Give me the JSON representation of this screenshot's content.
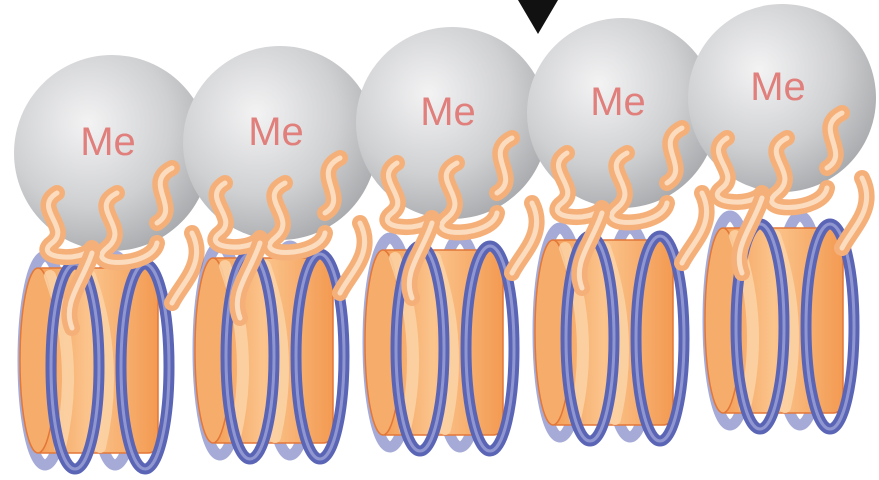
{
  "diagram": {
    "units": [
      {
        "label": "Me"
      },
      {
        "label": "Me"
      },
      {
        "label": "Me"
      },
      {
        "label": "Me"
      },
      {
        "label": "Me"
      }
    ]
  },
  "colors": {
    "background": "#ffffff",
    "cylinder_body": "#f6a45f",
    "cylinder_light": "#fcd3a7",
    "cylinder_edge": "#e37738",
    "dna_wrap": "#5b65b6",
    "dna_wrap_light": "#a6acdc",
    "bead": "#c9cacc",
    "bead_light": "#eeeeef",
    "tail": "#f5b07a",
    "tail_light": "#fde1c6",
    "label": "#e07f7b",
    "marker": "#111111"
  },
  "icons": [
    "arrowhead-marker",
    "methyl-bead",
    "histone-tail",
    "nucleosome-cylinder",
    "dna-coil"
  ]
}
